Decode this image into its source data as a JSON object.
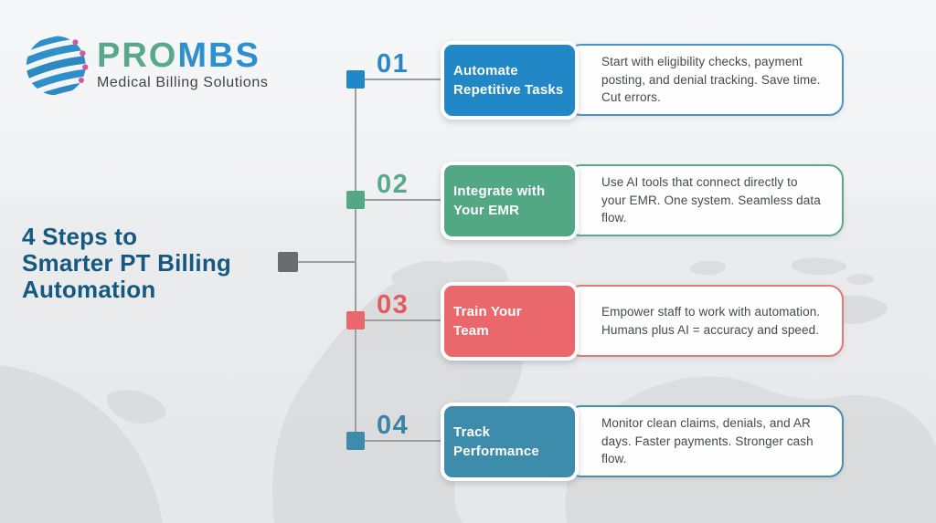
{
  "logo": {
    "name_primary": "PRO",
    "name_secondary": "MBS",
    "tagline": "Medical Billing Solutions",
    "icon": "globe-icon",
    "colors": {
      "primary": "#57a98a",
      "secondary": "#2e8fd0",
      "globe_blue": "#2e8fc9",
      "globe_pink": "#cf5a9e"
    }
  },
  "title": {
    "lines": [
      "4 Steps to",
      "Smarter PT Billing",
      "Automation"
    ],
    "color": "#165980"
  },
  "timeline": {
    "line_color": "#9b9da0",
    "title_node_color": "#6a6c6e"
  },
  "background": {
    "top": "#f6f7f8",
    "bottom": "#e5e7e9",
    "map_watermark_color": "#d3d5d7"
  },
  "steps": [
    {
      "number": "01",
      "label_lines": [
        "Automate",
        "Repetitive Tasks"
      ],
      "description": "Start with eligibility checks, payment posting, and denial tracking. Save time. Cut errors.",
      "colors": {
        "box": "#2287c6",
        "number": "#2b87c4",
        "card_border": "#4a93c8"
      }
    },
    {
      "number": "02",
      "label_lines": [
        "Integrate with",
        "Your EMR"
      ],
      "description": "Use AI tools that connect directly to your EMR. One system. Seamless data flow.",
      "colors": {
        "box": "#52a785",
        "number": "#57a98a",
        "card_border": "#57ab89"
      }
    },
    {
      "number": "03",
      "label_lines": [
        "Train Your",
        "Team"
      ],
      "description": "Empower staff to work with automation. Humans plus AI = accuracy and speed.",
      "colors": {
        "box": "#ea686c",
        "number": "#e25b61",
        "card_border": "#e5767a"
      }
    },
    {
      "number": "04",
      "label_lines": [
        "Track",
        "Performance"
      ],
      "description": "Monitor clean claims, denials, and AR days. Faster payments. Stronger cash flow.",
      "colors": {
        "box": "#3d8cab",
        "number": "#3b84a6",
        "card_border": "#4690ad"
      }
    }
  ]
}
